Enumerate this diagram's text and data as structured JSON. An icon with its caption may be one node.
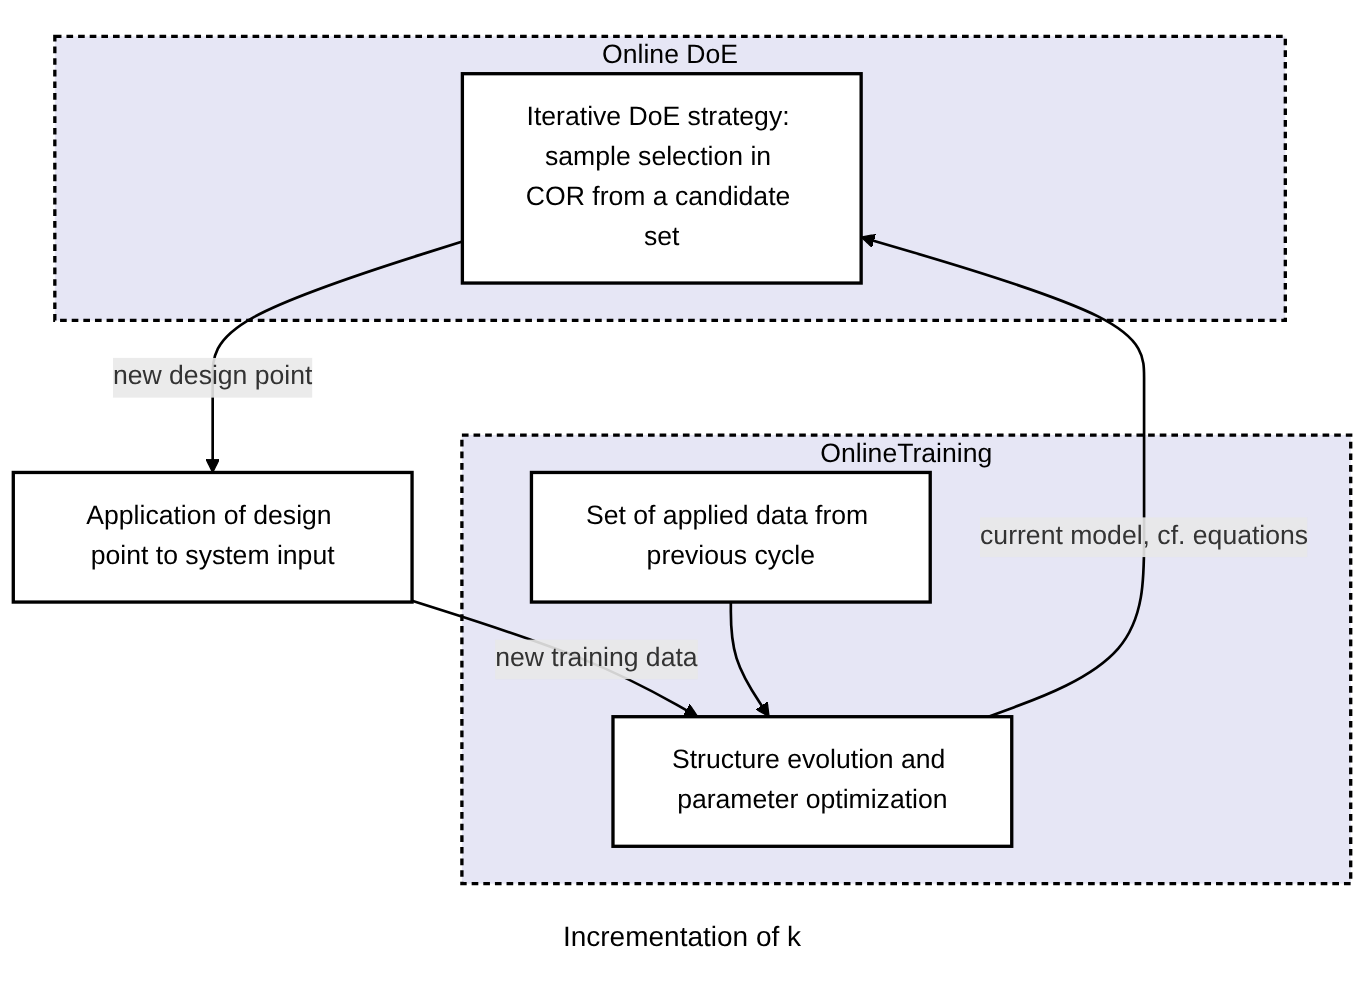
{
  "diagram": {
    "nodes": [
      {
        "text": [
          "Online DoE"
        ]
      },
      {
        "text": [
          "Iterative DoE strategy: sample selection in COR from a candidate set"
        ],
        "in": 0
      },
      {
        "text": [
          "Application of design point to system input"
        ]
      },
      {
        "text": [
          "OnlineTraining"
        ]
      },
      {
        "text": [
          "Structure evolution and parameter optimization"
        ],
        "in": 3
      },
      {
        "text": [
          "Set of applied data from previous cycle"
        ],
        "in": 3
      }
    ],
    "edges": [
      {
        "from": 1,
        "to": 2,
        "arrow": "to",
        "label": "new design point"
      },
      {
        "from": 2,
        "to": 4,
        "arrow": "to",
        "label": "new training data"
      },
      {
        "from": 5,
        "to": 4,
        "arrow": "to"
      },
      {
        "from": 4,
        "to": 1,
        "arrow": "to",
        "label": "current model, cf. equations"
      }
    ],
    "labels": [
      "Incrementation of k"
    ]
  }
}
